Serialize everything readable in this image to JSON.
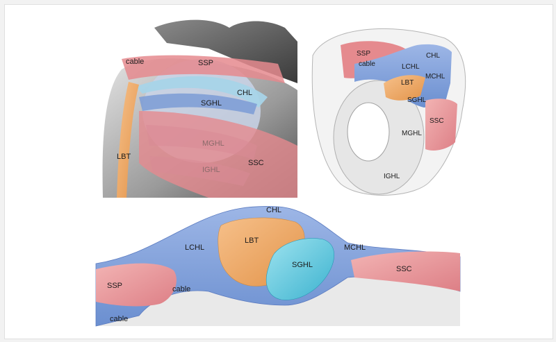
{
  "panels": {
    "top_left": {
      "labels": {
        "cable": "cable",
        "ssp": "SSP",
        "chl": "CHL",
        "sghl": "SGHL",
        "lbt": "LBT",
        "mghl": "MGHL",
        "ighl": "IGHL",
        "ssc": "SSC"
      }
    },
    "top_right": {
      "labels": {
        "ssp": "SSP",
        "cable": "cable",
        "chl": "CHL",
        "lchl": "LCHL",
        "mchl": "MCHL",
        "lbt": "LBT",
        "sghl": "SGHL",
        "ssc": "SSC",
        "mghl": "MGHL",
        "ighl": "IGHL"
      }
    },
    "bottom": {
      "labels": {
        "chl": "CHL",
        "lchl": "LCHL",
        "lbt": "LBT",
        "mchl": "MCHL",
        "sghl": "SGHL",
        "ssc": "SSC",
        "ssp": "SSP",
        "cable": "cable",
        "cable2": "cable"
      }
    }
  },
  "colors": {
    "muscle_red": "#e58a8e",
    "ligament_blue": "#7f9fd6",
    "tendon_orange": "#eda35a",
    "sghl_cyan": "#5fc5da",
    "bone_gray": "#b8b8b8"
  }
}
